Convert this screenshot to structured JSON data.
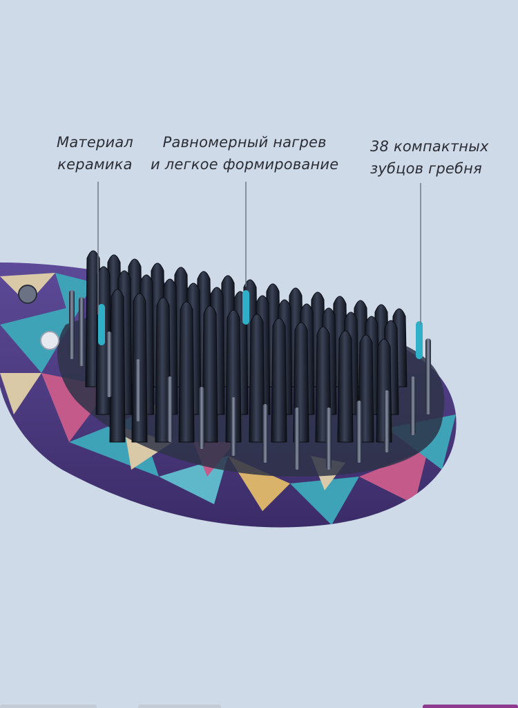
{
  "annotations": {
    "material": {
      "line1": "Материал",
      "line2": "керамика"
    },
    "heating": {
      "line1": "Равномерный нагрев",
      "line2": "и легкое формирование"
    },
    "teeth": {
      "line1": "38 компактных",
      "line2": "зубцов гребня"
    }
  },
  "colors": {
    "background": "#cfdae8",
    "text": "#2b2d35",
    "pointer_line": "#6e7786",
    "handle_purple": "#4a3a7e",
    "handle_teal": "#3fa3b8",
    "handle_beige": "#d9c9a6",
    "bristle": "#1d2230",
    "accent_teal": "#2fb0c8"
  },
  "image": {
    "subject": "hair-straightening-brush",
    "pattern": "geometric-purple-teal-beige"
  }
}
